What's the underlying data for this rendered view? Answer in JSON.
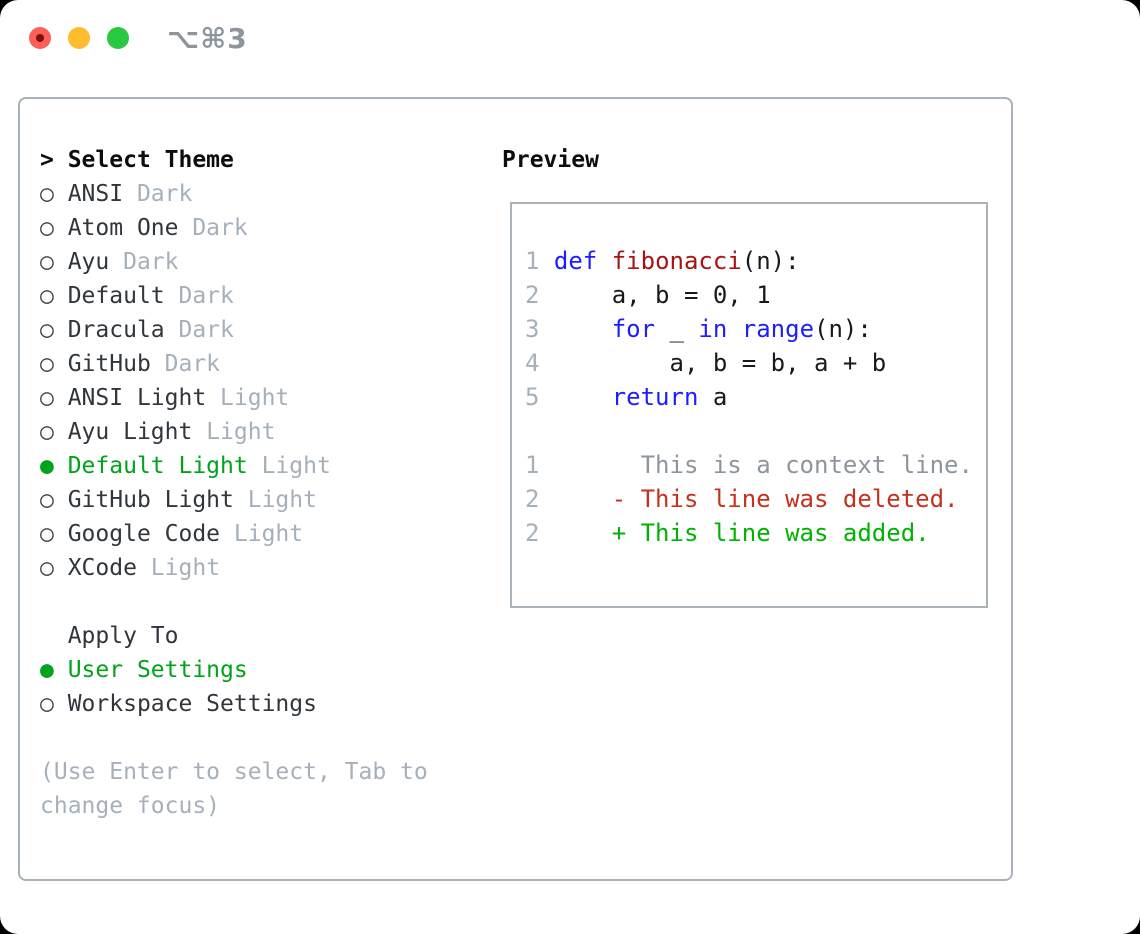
{
  "titlebar": {
    "shortcut": "⌥⌘3"
  },
  "icons": {
    "radio_on": "●",
    "radio_off": "○",
    "prompt": ">"
  },
  "theme_list": {
    "header": "Select Theme",
    "items": [
      {
        "label": "ANSI",
        "variant": "Dark",
        "selected": false
      },
      {
        "label": "Atom One",
        "variant": "Dark",
        "selected": false
      },
      {
        "label": "Ayu",
        "variant": "Dark",
        "selected": false
      },
      {
        "label": "Default",
        "variant": "Dark",
        "selected": false
      },
      {
        "label": "Dracula",
        "variant": "Dark",
        "selected": false
      },
      {
        "label": "GitHub",
        "variant": "Dark",
        "selected": false
      },
      {
        "label": "ANSI Light",
        "variant": "Light",
        "selected": false
      },
      {
        "label": "Ayu Light",
        "variant": "Light",
        "selected": false
      },
      {
        "label": "Default Light",
        "variant": "Light",
        "selected": true
      },
      {
        "label": "GitHub Light",
        "variant": "Light",
        "selected": false
      },
      {
        "label": "Google Code",
        "variant": "Light",
        "selected": false
      },
      {
        "label": "XCode",
        "variant": "Light",
        "selected": false
      }
    ]
  },
  "apply_to": {
    "header": "Apply To",
    "options": [
      {
        "label": "User Settings",
        "selected": true
      },
      {
        "label": "Workspace Settings",
        "selected": false
      }
    ]
  },
  "help_lines": [
    "(Use Enter to select, Tab to",
    "change focus)"
  ],
  "preview": {
    "header": "Preview",
    "lines": [
      {
        "num": "1",
        "tokens": [
          [
            "kw",
            "def"
          ],
          [
            "pl",
            " "
          ],
          [
            "fn",
            "fibonacci"
          ],
          [
            "pl",
            "(n):"
          ]
        ]
      },
      {
        "num": "2",
        "tokens": [
          [
            "pl",
            "    a, b = 0, 1"
          ]
        ]
      },
      {
        "num": "3",
        "tokens": [
          [
            "pl",
            "    "
          ],
          [
            "kw",
            "for"
          ],
          [
            "pl",
            " _ "
          ],
          [
            "kw",
            "in"
          ],
          [
            "pl",
            " "
          ],
          [
            "kw",
            "range"
          ],
          [
            "pl",
            "(n):"
          ]
        ]
      },
      {
        "num": "4",
        "tokens": [
          [
            "pl",
            "        a, b = b, a + b"
          ]
        ]
      },
      {
        "num": "5",
        "tokens": [
          [
            "pl",
            "    "
          ],
          [
            "kw",
            "return"
          ],
          [
            "pl",
            " a"
          ]
        ]
      },
      {
        "num": "",
        "tokens": []
      },
      {
        "num": "1",
        "tokens": [
          [
            "ctx",
            "      This is a context line."
          ]
        ]
      },
      {
        "num": "2",
        "tokens": [
          [
            "del",
            "    - This line was deleted."
          ]
        ]
      },
      {
        "num": "2",
        "tokens": [
          [
            "add",
            "    + This line was added."
          ]
        ]
      }
    ]
  },
  "colors": {
    "keyword_blue": "#1d1dff",
    "function_red": "#a81414",
    "selected_green": "#00a31b",
    "added_green": "#00b300",
    "deleted_red": "#c5321c",
    "muted_gray": "#a6b0ba",
    "context_gray": "#8d959d",
    "panel_border": "#a9b2bb",
    "traffic_red": "#ff5f57",
    "traffic_yellow": "#febc2e",
    "traffic_green": "#28c840"
  }
}
